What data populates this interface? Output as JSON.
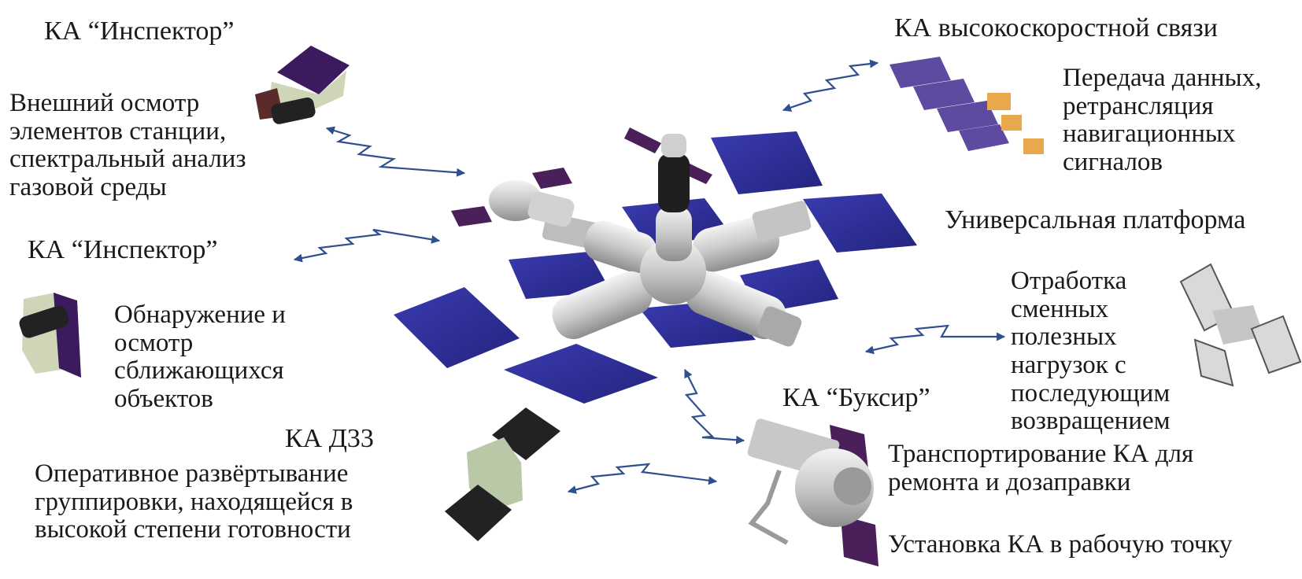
{
  "colors": {
    "arrow": "#2f4f8f",
    "solar_panel": "#2c2d95",
    "solar_panel_dark": "#4a1f5a",
    "module_body": "#d8d8d8",
    "text": "#1a1a1a"
  },
  "labels": {
    "inspector_top_title": "КА “Инспектор”",
    "inspector_top_desc": [
      "Внешний осмотр",
      "элементов станции,",
      "спектральный анализ",
      "газовой среды"
    ],
    "inspector_mid_title": "КА “Инспектор”",
    "inspector_mid_desc": [
      "Обнаружение и",
      "осмотр",
      "сближающихся",
      "объектов"
    ],
    "dzz_title": "КА Д33",
    "dzz_desc": [
      "Оперативное развёртывание",
      "группировки, находящейся в",
      "высокой степени готовности"
    ],
    "highspeed_title": "КА высокоскоростной связи",
    "highspeed_desc": [
      "Передача данных,",
      "ретрансляция",
      "навигационных",
      "сигналов"
    ],
    "universal_platform": "Универсальная платформа",
    "testing_desc": [
      "Отработка",
      "сменных",
      "полезных",
      "нагрузок с",
      "последующим",
      "возвращением"
    ],
    "tug_title": "КА “Буксир”",
    "tug_desc_transport": [
      "Транспортирование КА для",
      "ремонта и дозаправки"
    ],
    "tug_desc_install": "Установка КА в рабочую точку"
  }
}
